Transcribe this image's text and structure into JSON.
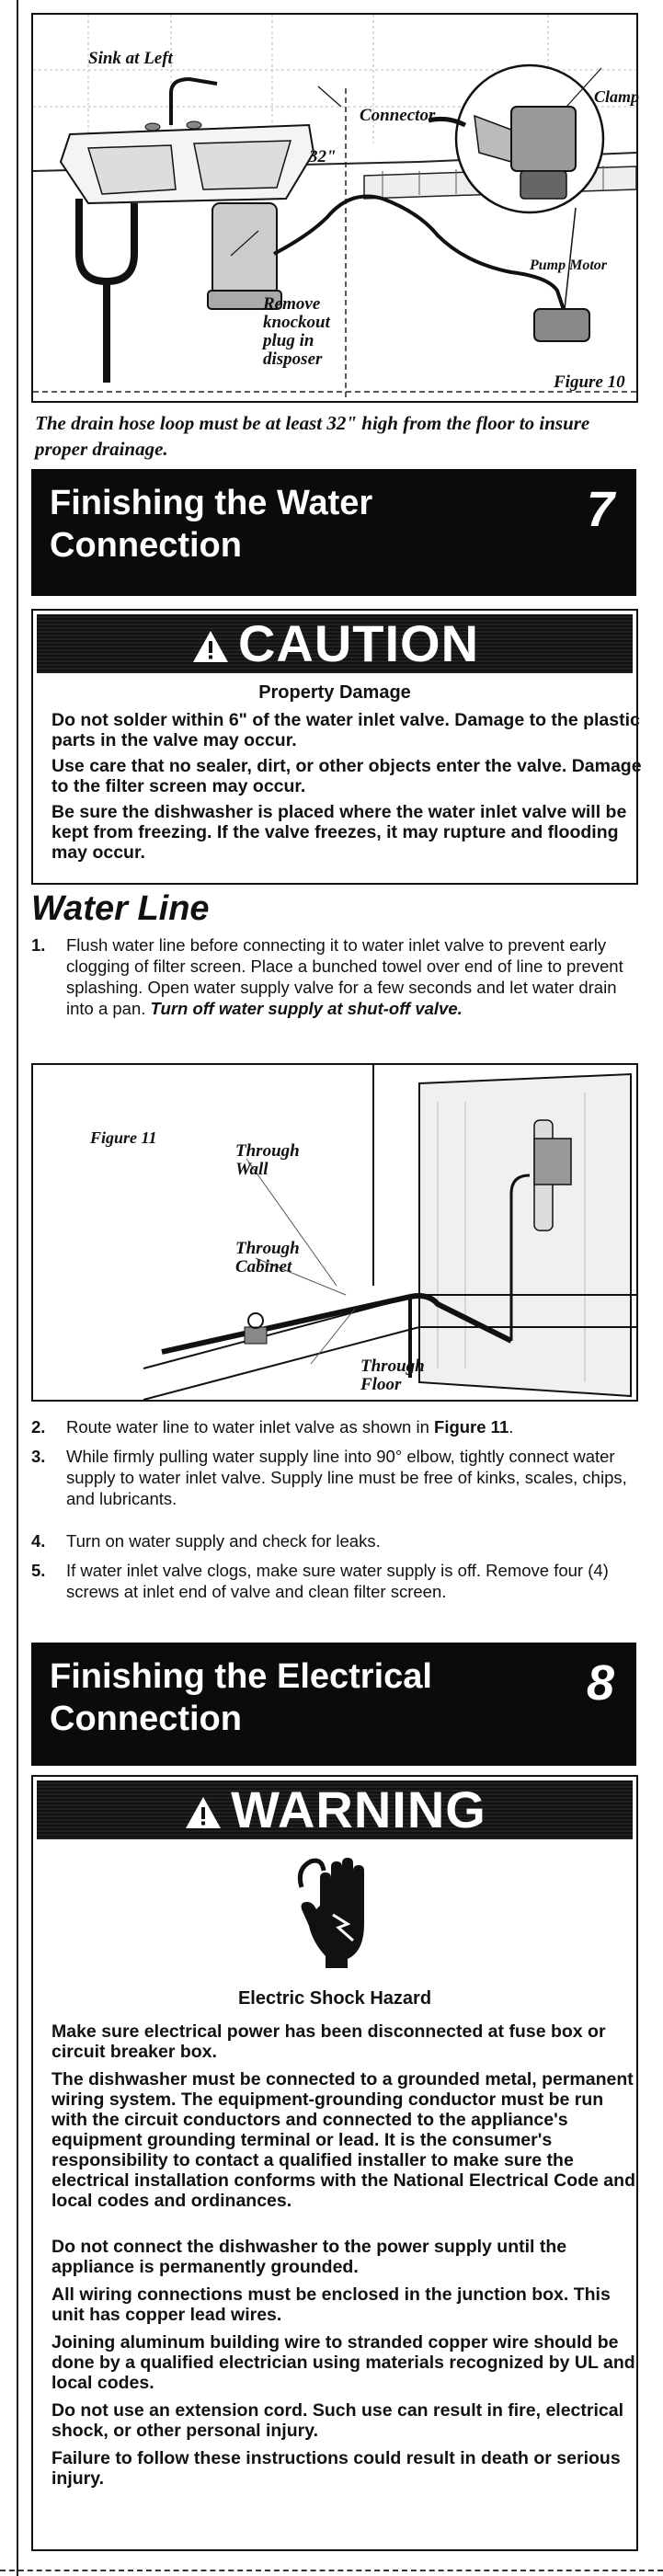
{
  "figure10": {
    "sink_label": "Sink at Left",
    "connector_label": "Connector",
    "clamp_label": "Clamp",
    "height_label": "32\"",
    "pump_label": "Pump Motor",
    "knockout_label": "Remove knockout plug in disposer",
    "figure_label": "Figure 10"
  },
  "drain_caption": "The drain hose loop must be at least 32\" high from the floor to insure proper drainage.",
  "section7": {
    "title": "Finishing the Water Connection",
    "number": "7"
  },
  "caution": {
    "heading": "CAUTION",
    "subhead": "Property Damage",
    "paragraphs": [
      "Do not solder within 6\" of the water inlet valve. Damage to the plastic parts in the valve may occur.",
      "Use care that no sealer, dirt, or other objects enter the valve. Damage to the filter screen may occur.",
      "Be sure the dishwasher is placed where the water inlet valve will be kept from freezing. If the valve freezes, it may rupture and flooding may occur."
    ]
  },
  "water_line": {
    "heading": "Water Line",
    "step1_num": "1.",
    "step1_text": "Flush water line before connecting it to water inlet valve to prevent early clogging of filter screen. Place a bunched towel over end of line to prevent splashing. Open water supply valve for a few seconds and let water drain into a pan.",
    "step1_emphasis": "Turn off water supply at shut-off valve."
  },
  "figure11": {
    "figure_label": "Figure 11",
    "wall_label": "Through Wall",
    "cabinet_label": "Through Cabinet",
    "floor_label": "Through Floor"
  },
  "steps": [
    {
      "num": "2.",
      "text": "Route water line to water inlet valve as shown in ",
      "ref": "Figure 11",
      "tail": "."
    },
    {
      "num": "3.",
      "text": "While firmly pulling water supply line into 90° elbow, tightly connect water supply to water inlet valve. Supply line must be free of kinks, scales, chips, and lubricants.",
      "ref": "",
      "tail": ""
    },
    {
      "num": "4.",
      "text": "Turn on water supply and check for leaks.",
      "ref": "",
      "tail": ""
    },
    {
      "num": "5.",
      "text": "If water inlet valve clogs, make sure water supply is off. Remove four (4) screws at inlet end of valve and clean filter screen.",
      "ref": "",
      "tail": ""
    }
  ],
  "section8": {
    "title": "Finishing the Electrical Connection",
    "number": "8"
  },
  "warning": {
    "heading": "WARNING",
    "hazard_icon": "electric-shock-hand-icon",
    "subhead": "Electric Shock Hazard",
    "paragraphs": [
      "Make sure electrical power has been disconnected at fuse box or circuit breaker box.",
      "The dishwasher must be connected to a grounded metal, permanent wiring system. The equipment-grounding conductor must be run with the circuit conductors and connected to the appliance's equipment grounding terminal or lead. It is the consumer's responsibility to contact a qualified installer to make sure the electrical installation conforms with the National Electrical Code and local codes and ordinances.",
      "Do not connect the dishwasher to the power supply until the appliance is permanently grounded.",
      "All wiring connections must be enclosed in the junction box. This unit has copper lead wires.",
      "Joining aluminum building wire to stranded copper wire should be done by a qualified electrician using materials recognized by UL and local codes.",
      "Do not use an extension cord. Such use can result in fire, electrical shock, or other personal injury.",
      "Failure to follow these instructions could result in death or serious injury."
    ]
  }
}
